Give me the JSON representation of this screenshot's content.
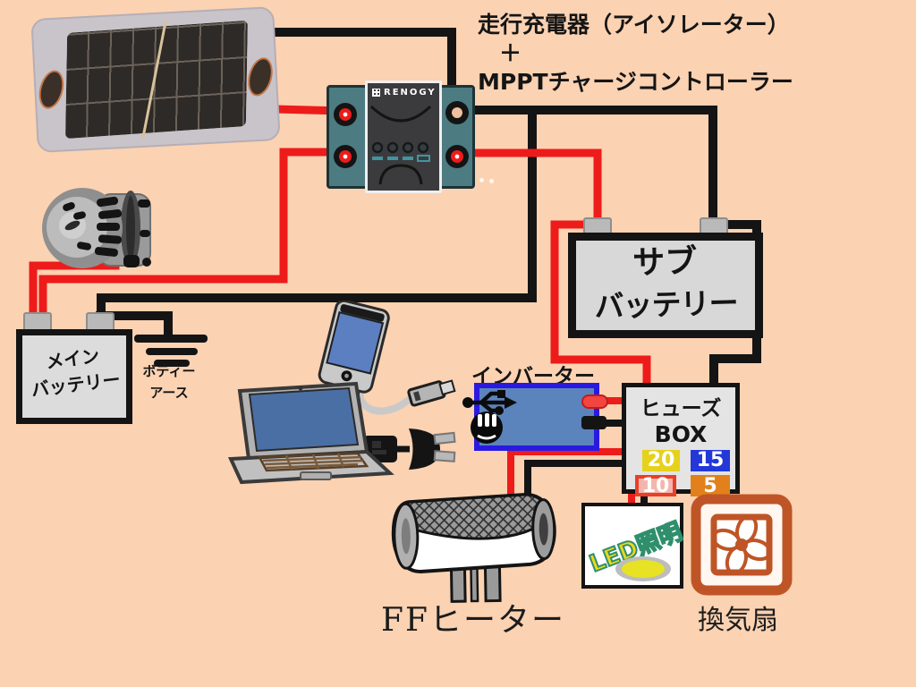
{
  "title": {
    "line1": "走行充電器（アイソレーター）",
    "line2": "＋",
    "line3": "MPPTチャージコントローラー"
  },
  "controller": {
    "brand": "RENOGY"
  },
  "main_battery": {
    "line1": "メイン",
    "line2": "バッテリー"
  },
  "body_earth": {
    "line1": "ボディー",
    "line2": "アース"
  },
  "sub_battery": {
    "line1": "サブ",
    "line2": "バッテリー"
  },
  "inverter": {
    "label": "インバーター"
  },
  "fuse_box": {
    "line1": "ヒューズ",
    "line2": "BOX",
    "fuses": [
      {
        "value": "20",
        "color": "#E6D11C"
      },
      {
        "value": "15",
        "color": "#2438D8"
      },
      {
        "value": "10",
        "color": "#E93E28"
      },
      {
        "value": "5",
        "color": "#E2811C"
      }
    ]
  },
  "led_light": {
    "label": "LED照明"
  },
  "fan": {
    "label": "換気扇"
  },
  "heater": {
    "label": "FFヒーター"
  },
  "colors": {
    "background": "#FBD2B2",
    "wire_red": "#EE1B1B",
    "wire_black": "#141414",
    "controller_teal": "#4C7B81",
    "inverter_blue": "#5B84BD",
    "inverter_border": "#2A1AE0",
    "fan_rust": "#BF5526",
    "battery_gray": "#D8D8D8"
  }
}
